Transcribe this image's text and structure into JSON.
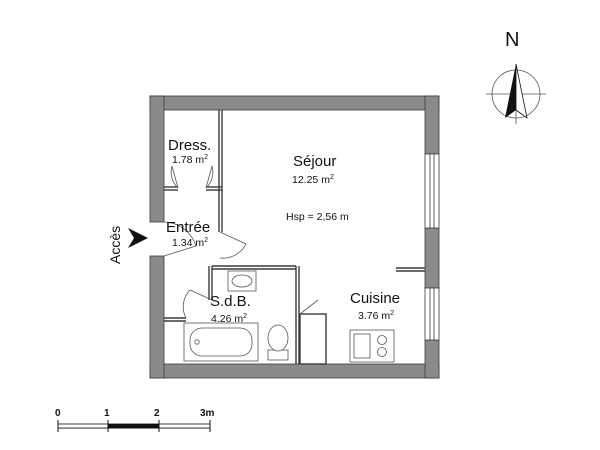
{
  "compass": {
    "label": "N"
  },
  "entry": {
    "label": "Accès"
  },
  "rooms": {
    "dressing": {
      "name": "Dress.",
      "area": "1.78 m",
      "unit_sup": "2"
    },
    "sejour": {
      "name": "Séjour",
      "area": "12.25 m",
      "unit_sup": "2",
      "height": "Hsp = 2,56 m"
    },
    "entree": {
      "name": "Entrée",
      "area": "1.34 m",
      "unit_sup": "2"
    },
    "sdb": {
      "name": "S.d.B.",
      "area": "4.26 m",
      "unit_sup": "2"
    },
    "cuisine": {
      "name": "Cuisine",
      "area": "3.76 m",
      "unit_sup": "2"
    }
  },
  "scale": {
    "ticks": [
      "0",
      "1",
      "2",
      "3m"
    ]
  },
  "colors": {
    "wall": "#8a8a8a",
    "wall_outline": "#3a3a3a",
    "ink": "#111111"
  }
}
